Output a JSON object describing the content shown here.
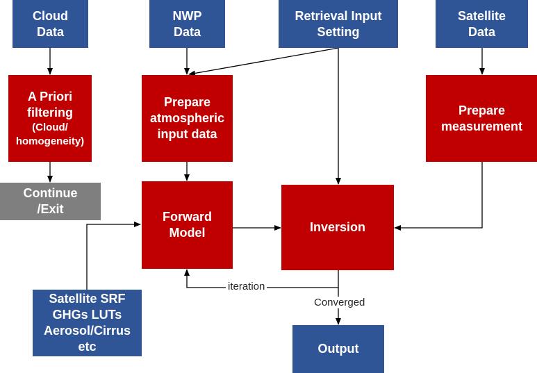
{
  "nodes": {
    "cloud_data": "Cloud\nData",
    "nwp_data": "NWP\nData",
    "retrieval_input": "Retrieval  Input\nSetting",
    "satellite_data": "Satellite\nData",
    "apriori_line1": "A Priori\nfiltering",
    "apriori_line2": "(Cloud/\nhomogeneity)",
    "prepare_atmos": "Prepare\natmospheric\ninput data",
    "prepare_meas": "Prepare\nmeasurement",
    "continue_exit": "Continue\n/Exit",
    "forward_model": "Forward\nModel",
    "inversion": "Inversion",
    "srf_luts": "Satellite  SRF\nGHGs LUTs\nAerosol/Cirrus\netc",
    "output": "Output"
  },
  "edge_labels": {
    "iteration": "iteration",
    "converged": "Converged"
  },
  "colors": {
    "input_blue": "#2F5597",
    "process_red": "#C00000",
    "exit_gray": "#7F7F7F",
    "arrow": "#000000"
  }
}
